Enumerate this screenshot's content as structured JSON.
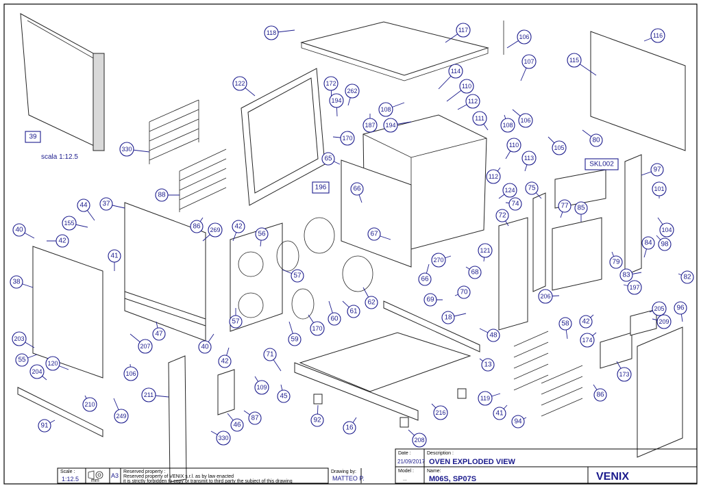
{
  "drawing": {
    "scale_note": "scala 1:12.5",
    "title_block": {
      "scale_label": "Scale :",
      "scale_value": "1:12.5",
      "unit": "mm",
      "paper": "A3",
      "reserved_1": "Reserved property :",
      "reserved_2": "Reserved property of   VENIX s.r.l.   as by law enacted",
      "reserved_3": "it is strictly forbidden to copy or transmit to third party the subject of this drawing",
      "drawn_by_label": "Drawing by:",
      "drawn_by_value": "MATTEO P.",
      "date_label": "Date :",
      "date_value": "21/09/2017",
      "description_label": "Description :",
      "description_value": "OVEN EXPLODED VIEW",
      "model_label": "Model :",
      "model_value": "...",
      "name_label": "Name:",
      "name_value": "M06S, SP07S",
      "brand": "VENIX"
    },
    "balloons": [
      {
        "label": "118"
      },
      {
        "label": "117"
      },
      {
        "label": "106"
      },
      {
        "label": "116"
      },
      {
        "label": "115"
      },
      {
        "label": "107"
      },
      {
        "label": "122"
      },
      {
        "label": "172"
      },
      {
        "label": "262"
      },
      {
        "label": "114"
      },
      {
        "label": "110"
      },
      {
        "label": "194"
      },
      {
        "label": "108"
      },
      {
        "label": "112"
      },
      {
        "label": "187"
      },
      {
        "label": "194"
      },
      {
        "label": "111"
      },
      {
        "label": "106"
      },
      {
        "label": "108"
      },
      {
        "label": "80"
      },
      {
        "label": "105"
      },
      {
        "label": "170"
      },
      {
        "label": "330"
      },
      {
        "label": "110"
      },
      {
        "label": "113"
      },
      {
        "label": "97"
      },
      {
        "label": "65"
      },
      {
        "label": "112"
      },
      {
        "label": "101"
      },
      {
        "label": "88"
      },
      {
        "label": "66"
      },
      {
        "label": "124"
      },
      {
        "label": "75"
      },
      {
        "label": "74"
      },
      {
        "label": "44"
      },
      {
        "label": "37"
      },
      {
        "label": "104"
      },
      {
        "label": "77"
      },
      {
        "label": "85"
      },
      {
        "label": "72"
      },
      {
        "label": "86"
      },
      {
        "label": "155"
      },
      {
        "label": "269"
      },
      {
        "label": "42"
      },
      {
        "label": "40"
      },
      {
        "label": "42"
      },
      {
        "label": "56"
      },
      {
        "label": "67"
      },
      {
        "label": "98"
      },
      {
        "label": "84"
      },
      {
        "label": "79"
      },
      {
        "label": "121"
      },
      {
        "label": "270"
      },
      {
        "label": "57"
      },
      {
        "label": "38"
      },
      {
        "label": "41"
      },
      {
        "label": "68"
      },
      {
        "label": "83"
      },
      {
        "label": "82"
      },
      {
        "label": "66"
      },
      {
        "label": "197"
      },
      {
        "label": "70"
      },
      {
        "label": "62"
      },
      {
        "label": "206"
      },
      {
        "label": "61"
      },
      {
        "label": "69"
      },
      {
        "label": "60"
      },
      {
        "label": "96"
      },
      {
        "label": "205"
      },
      {
        "label": "57"
      },
      {
        "label": "42"
      },
      {
        "label": "18"
      },
      {
        "label": "170"
      },
      {
        "label": "59"
      },
      {
        "label": "58"
      },
      {
        "label": "209"
      },
      {
        "label": "207"
      },
      {
        "label": "47"
      },
      {
        "label": "48"
      },
      {
        "label": "174"
      },
      {
        "label": "203"
      },
      {
        "label": "40"
      },
      {
        "label": "55"
      },
      {
        "label": "42"
      },
      {
        "label": "13"
      },
      {
        "label": "71"
      },
      {
        "label": "120"
      },
      {
        "label": "106"
      },
      {
        "label": "173"
      },
      {
        "label": "204"
      },
      {
        "label": "109"
      },
      {
        "label": "211"
      },
      {
        "label": "210"
      },
      {
        "label": "45"
      },
      {
        "label": "119"
      },
      {
        "label": "86"
      },
      {
        "label": "249"
      },
      {
        "label": "41"
      },
      {
        "label": "87"
      },
      {
        "label": "216"
      },
      {
        "label": "92"
      },
      {
        "label": "91"
      },
      {
        "label": "46"
      },
      {
        "label": "16"
      },
      {
        "label": "94"
      },
      {
        "label": "330"
      },
      {
        "label": "208"
      },
      {
        "label": "91"
      }
    ],
    "boxed_labels": [
      {
        "label": "39"
      },
      {
        "label": "196"
      },
      {
        "label": "SKL002"
      }
    ]
  }
}
